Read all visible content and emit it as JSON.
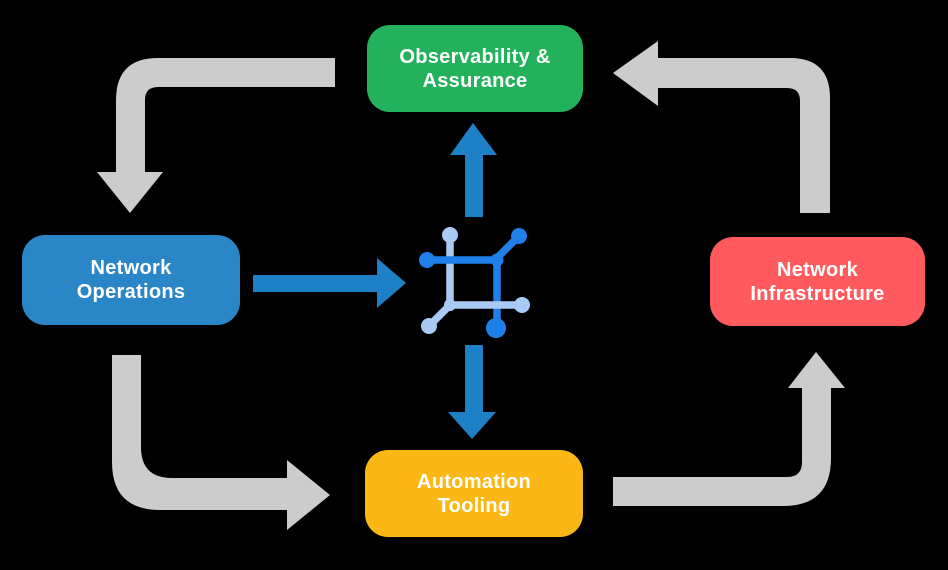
{
  "diagram": {
    "name": "Network automation platform cycle diagram",
    "background": "#000000",
    "text_color": "#FFFFFF",
    "gray_arrow_color": "#CCCCCC",
    "blue_arrow_color": "#1E80C5",
    "nodes": {
      "observability": {
        "line1": "Observability &",
        "line2": "Assurance",
        "color": "#23B25B"
      },
      "operations": {
        "line1": "Network",
        "line2": "Operations",
        "color": "#2B86C7"
      },
      "infrastructure": {
        "line1": "Network",
        "line2": "Infrastructure",
        "color": "#FF5B5E"
      },
      "automation": {
        "line1": "Automation",
        "line2": "Tooling",
        "color": "#FAB715"
      }
    },
    "center_icon": {
      "name": "network-chip-icon",
      "dark_blue": "#1F80EA",
      "light_blue": "#A9CAF4"
    },
    "flows": [
      "Observability & Assurance -> Network Operations",
      "Network Operations -> Automation Tooling",
      "Automation Tooling -> Network Infrastructure",
      "Network Infrastructure -> Observability & Assurance",
      "Network Operations -> center icon",
      "center icon -> Observability & Assurance",
      "center icon -> Automation Tooling"
    ]
  }
}
